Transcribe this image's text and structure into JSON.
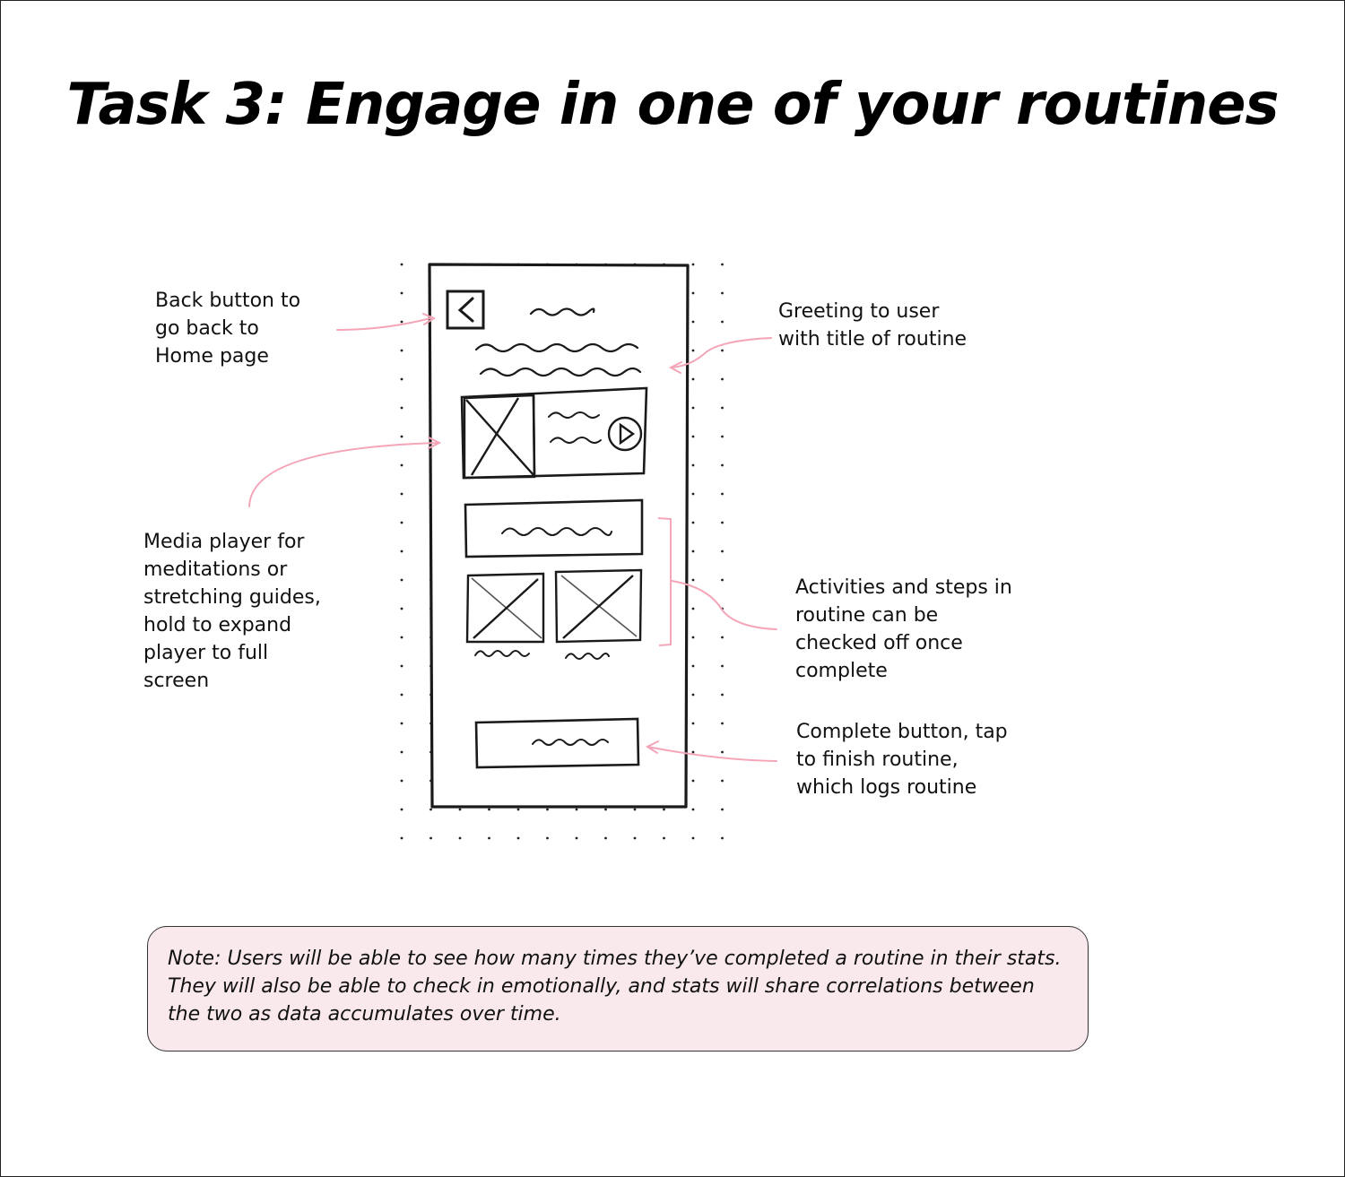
{
  "title": "Task 3: Engage in one of your routines",
  "annotations": {
    "back": "Back button to\ngo back to\nHome page",
    "greeting": "Greeting to user\nwith title of routine",
    "media": "Media player for\nmeditations or\nstretching guides,\nhold to expand\nplayer to full\nscreen",
    "activities": "Activities and steps in\nroutine can be\nchecked off once\ncomplete",
    "complete": "Complete button, tap\nto finish routine,\nwhich logs routine"
  },
  "note": "Note: Users will be able to see how many times they’ve completed a routine in their stats. They will also be able to check in emotionally, and stats will share correlations between the two as data accumulates over time.",
  "colors": {
    "arrow": "#f4a6b8",
    "note_bg": "#f9e9ec",
    "sketch": "#1a1a1a"
  },
  "icons": [
    "back-chevron-icon",
    "image-placeholder-icon",
    "play-icon"
  ]
}
